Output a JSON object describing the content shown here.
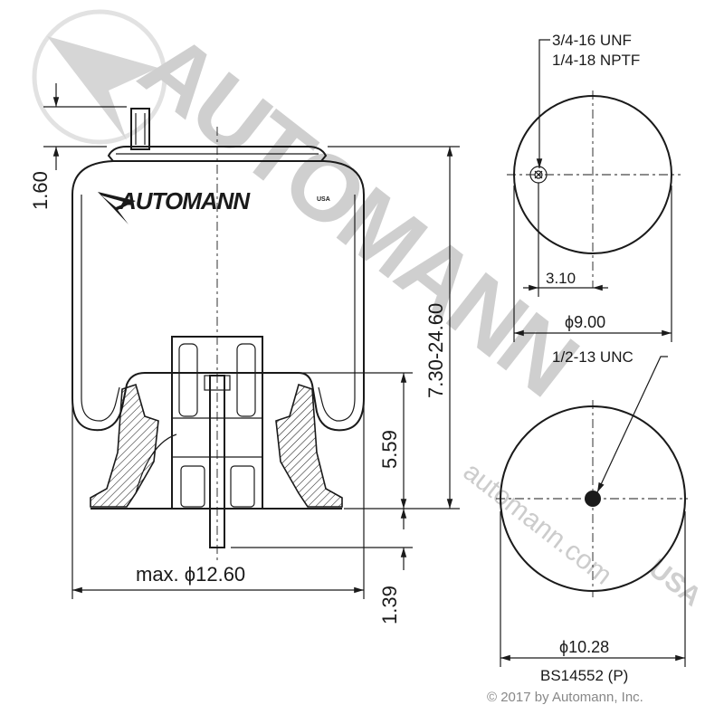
{
  "watermark": {
    "brand": "AUTOMANN",
    "url": "automann.com",
    "suffix": "USA"
  },
  "logo": {
    "brand": "AUTOMANN",
    "suffix": "USA"
  },
  "side_view": {
    "dim_top_height": "1.60",
    "dim_stroke": "7.30-24.60",
    "dim_piston_height": "5.59",
    "dim_stud_length": "1.39",
    "dim_max_diameter": "max. ϕ12.60"
  },
  "top_view": {
    "thread_label_1": "3/4-16 UNF",
    "thread_label_2": "1/4-18 NPTF",
    "dim_offset": "3.10",
    "dim_diameter": "ϕ9.00"
  },
  "bottom_view": {
    "thread_label": "1/2-13 UNC",
    "dim_diameter": "ϕ10.28"
  },
  "part_number": "BS14552 (P)",
  "copyright": "© 2017 by Automann, Inc."
}
